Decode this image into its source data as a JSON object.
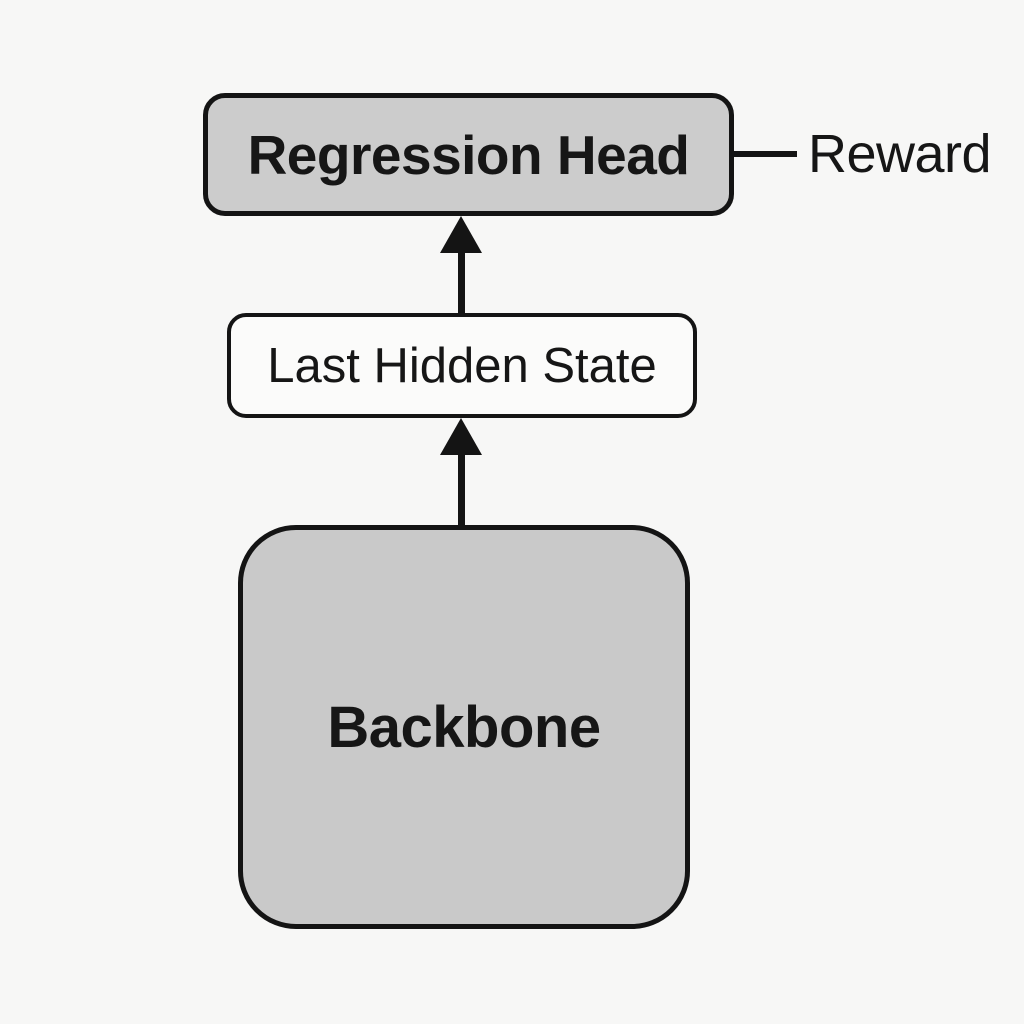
{
  "diagram": {
    "type": "flow-diagram",
    "direction": "bottom-to-top",
    "nodes": [
      {
        "id": "regression-head",
        "label": "Regression Head",
        "fill": "#cccccc",
        "emphasis": "bold"
      },
      {
        "id": "last-hidden-state",
        "label": "Last Hidden State",
        "fill": "#fbfbfa",
        "emphasis": "regular"
      },
      {
        "id": "backbone",
        "label": "Backbone",
        "fill": "#c9c9c9",
        "emphasis": "bold"
      }
    ],
    "edges": [
      {
        "from": "backbone",
        "to": "last-hidden-state",
        "style": "arrow-up"
      },
      {
        "from": "last-hidden-state",
        "to": "regression-head",
        "style": "arrow-up"
      },
      {
        "from": "regression-head",
        "to": "reward-output",
        "style": "plain-line-right"
      }
    ],
    "output": {
      "label": "Reward"
    },
    "colors": {
      "background": "#f7f7f6",
      "border": "#141414",
      "text": "#161616",
      "node_fill_gray": "#cccccc",
      "node_fill_white": "#fbfbfa"
    }
  }
}
